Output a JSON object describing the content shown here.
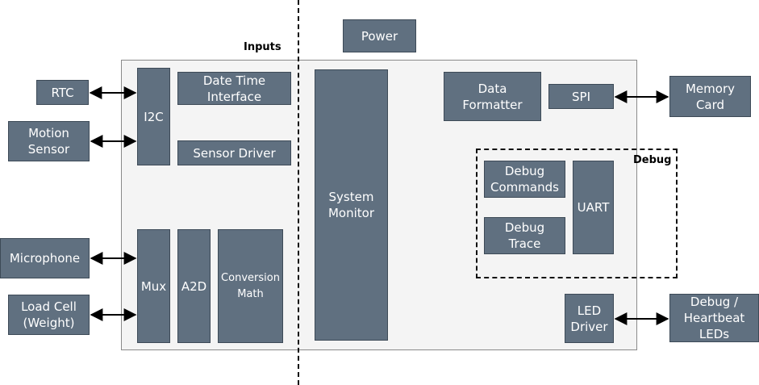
{
  "labels": {
    "inputs": "Inputs",
    "debug": "Debug"
  },
  "blocks": {
    "power": "Power",
    "rtc": "RTC",
    "motion_sensor": "Motion\nSensor",
    "microphone": "Microphone",
    "load_cell": "Load Cell\n(Weight)",
    "i2c": "I2C",
    "date_time_interface": "Date Time\nInterface",
    "sensor_driver": "Sensor Driver",
    "mux": "Mux",
    "a2d": "A2D",
    "conversion_math": "Conversion\nMath",
    "system_monitor": "System\nMonitor",
    "data_formatter": "Data\nFormatter",
    "spi": "SPI",
    "memory_card": "Memory\nCard",
    "debug_commands": "Debug\nCommands",
    "debug_trace": "Debug\nTrace",
    "uart": "UART",
    "led_driver": "LED\nDriver",
    "debug_heartbeat_leds": "Debug /\nHeartbeat\nLEDs"
  },
  "colors": {
    "block_fill": "#607080",
    "block_border": "#3d4a57",
    "panel_fill": "#f4f4f4"
  }
}
